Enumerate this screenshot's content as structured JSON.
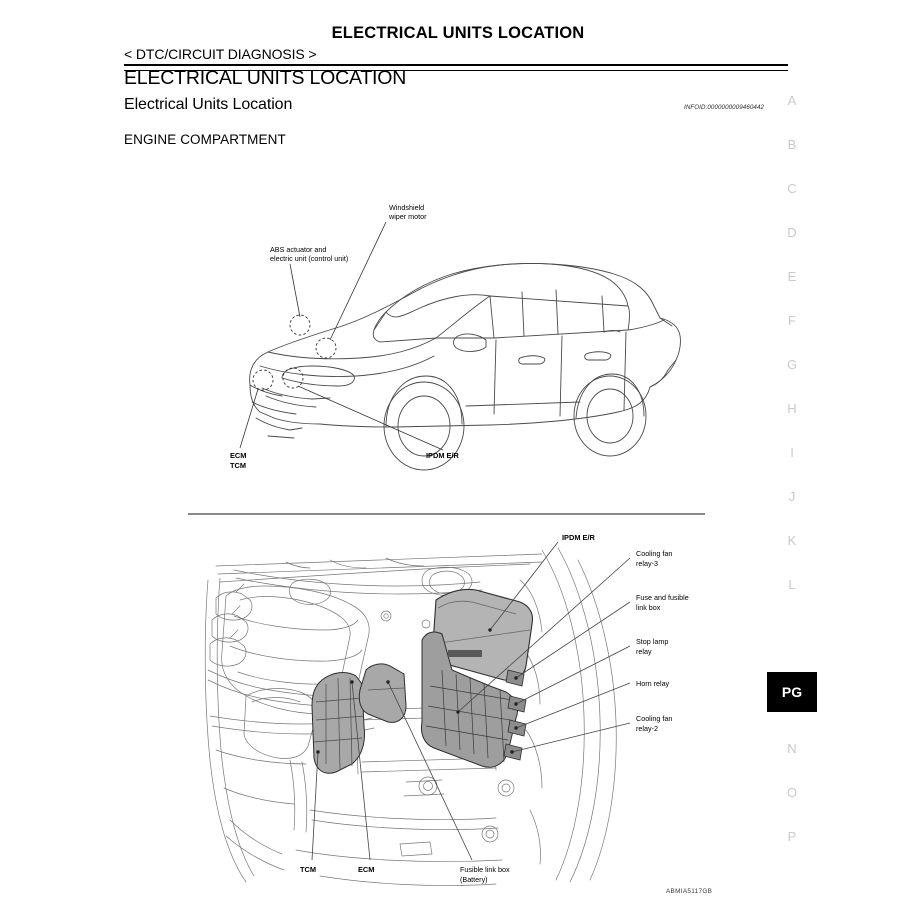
{
  "header": {
    "page_title": "ELECTRICAL UNITS LOCATION",
    "breadcrumb": "< DTC/CIRCUIT DIAGNOSIS >",
    "section_heading": "ELECTRICAL UNITS LOCATION",
    "subsection_heading": "Electrical Units Location",
    "infoid": "INFOID:0000000009460442",
    "group_heading": "ENGINE COMPARTMENT"
  },
  "index_tabs": {
    "items": [
      {
        "label": "A",
        "active": false
      },
      {
        "label": "B",
        "active": false
      },
      {
        "label": "C",
        "active": false
      },
      {
        "label": "D",
        "active": false
      },
      {
        "label": "E",
        "active": false
      },
      {
        "label": "F",
        "active": false
      },
      {
        "label": "G",
        "active": false
      },
      {
        "label": "H",
        "active": false
      },
      {
        "label": "I",
        "active": false
      },
      {
        "label": "J",
        "active": false
      },
      {
        "label": "K",
        "active": false
      },
      {
        "label": "L",
        "active": false
      },
      {
        "label": "PG",
        "active": true
      },
      {
        "label": "N",
        "active": false
      },
      {
        "label": "O",
        "active": false
      },
      {
        "label": "P",
        "active": false
      }
    ],
    "active_color": "#000000",
    "active_text_color": "#ffffff",
    "inactive_color": "#c9c9c9"
  },
  "figure_vehicle": {
    "callouts": {
      "wiper": "Windshield\nwiper motor",
      "wiper_l1": "Windshield",
      "wiper_l2": "wiper motor",
      "abs_l1": "ABS actuator and",
      "abs_l2": "electric unit (control unit)",
      "ecm_l1": "ECM",
      "ecm_l2": "TCM",
      "ipdm": "IPDM E/R"
    }
  },
  "figure_engine": {
    "callouts": {
      "ipdm": "IPDM E/R",
      "cooling_fan_relay3_l1": "Cooling fan",
      "cooling_fan_relay3_l2": "relay-3",
      "fuse_box_l1": "Fuse and fusible",
      "fuse_box_l2": "link box",
      "stop_lamp_l1": "Stop lamp",
      "stop_lamp_l2": "relay",
      "horn_relay": "Horn relay",
      "cooling_fan_relay2_l1": "Cooling fan",
      "cooling_fan_relay2_l2": "relay-2",
      "tcm": "TCM",
      "ecm": "ECM",
      "fusible_link_l1": "Fusible link box",
      "fusible_link_l2": "(Battery)"
    },
    "figure_id": "ABMIA5117GB",
    "shade_color": "#b2b2b2",
    "line_color": "#555555"
  }
}
